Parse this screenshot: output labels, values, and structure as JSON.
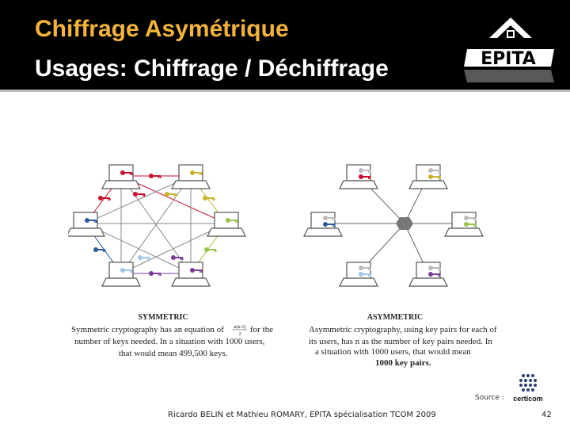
{
  "slide": {
    "title_line1": "Chiffrage Asymétrique",
    "title_line2": "Usages: Chiffrage / Déchiffrage",
    "logo_text": "EPITA",
    "symmetric": {
      "heading": "SYMMETRIC",
      "line1": "Symmetric cryptography has an equation of",
      "frac_num": "n(n-1)",
      "frac_den": "2",
      "line1_end": "for the",
      "line2": "number of keys needed. In a situation with 1000 users,",
      "line3": "that would mean 499,500 keys."
    },
    "asymmetric": {
      "heading": "ASYMMETRIC",
      "line1": "Asymmetric cryptography, using key pairs for each of",
      "line2": "its users, has n as the number of key pairs needed. In",
      "line3": "a situation with 1000 users, that would mean",
      "line4": "1000 key pairs."
    },
    "source_label": "Source :",
    "source_brand": "certicom",
    "footer": "Ricardo BELIN et Mathieu ROMARY, EPITA spécialisation TCOM 2009",
    "page_number": "42"
  }
}
